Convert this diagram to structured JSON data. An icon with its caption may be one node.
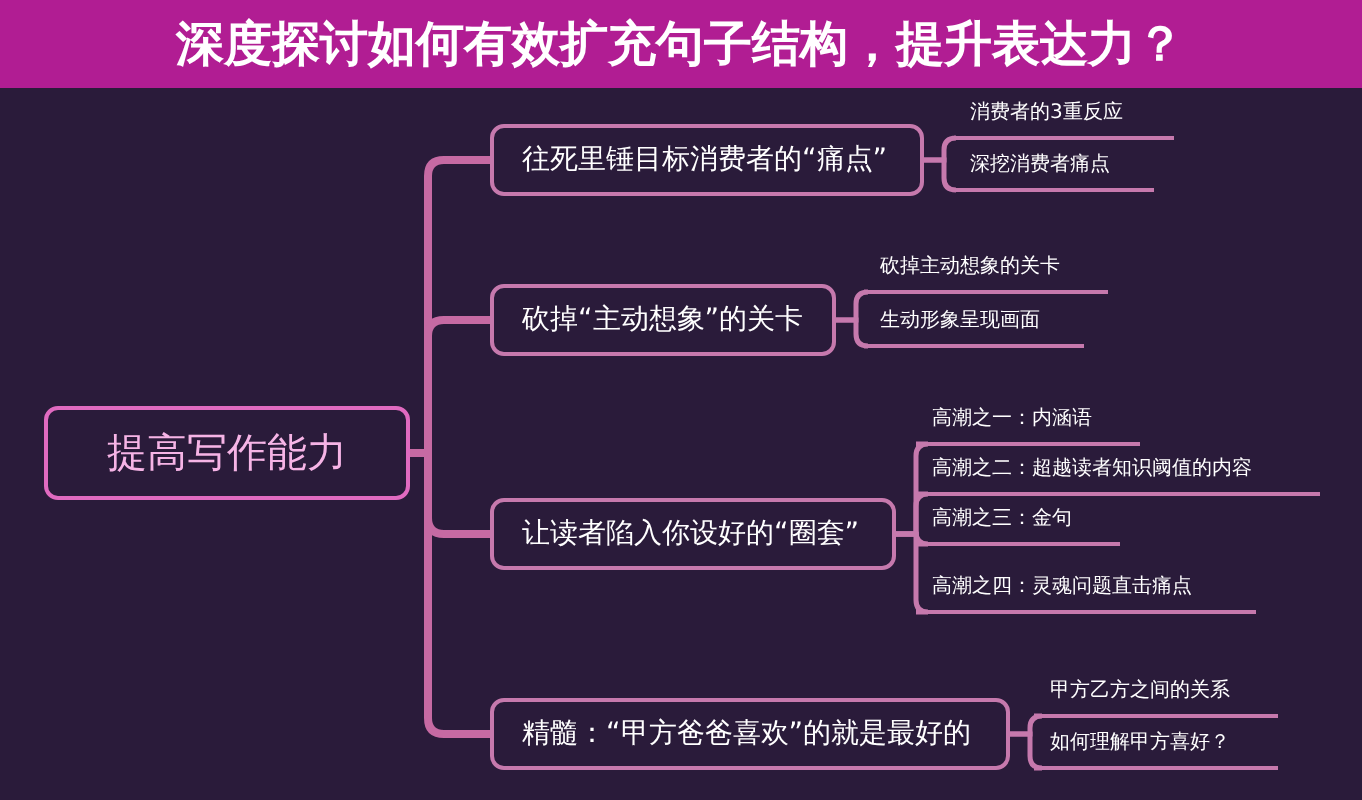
{
  "diagram": {
    "title": "深度探讨如何有效扩充句子结构，提升表达力？",
    "nodes": [
      {
        "text": [
          "提高写作能力"
        ]
      },
      {
        "text": [
          "往死里锤目标消费者的“痛点”"
        ]
      },
      {
        "text": [
          "消费者的3重反应"
        ]
      },
      {
        "text": [
          "深挖消费者痛点"
        ]
      },
      {
        "text": [
          "砍掉“主动想象”的关卡"
        ]
      },
      {
        "text": [
          "砍掉主动想象的关卡"
        ]
      },
      {
        "text": [
          "生动形象呈现画面"
        ]
      },
      {
        "text": [
          "让读者陷入你设好的“圈套”"
        ]
      },
      {
        "text": [
          "高潮之一：内涵语"
        ]
      },
      {
        "text": [
          "高潮之二：超越读者知识阈值的内容"
        ]
      },
      {
        "text": [
          "高潮之三：金句"
        ]
      },
      {
        "text": [
          "高潮之四：灵魂问题直击痛点"
        ]
      },
      {
        "text": [
          "精髓：“甲方爸爸喜欢”的就是最好的"
        ]
      },
      {
        "text": [
          "甲方乙方之间的关系"
        ]
      },
      {
        "text": [
          "如何理解甲方喜好？"
        ]
      }
    ],
    "edges": [
      {
        "from": 0,
        "to": 1,
        "arrow": "none"
      },
      {
        "from": 0,
        "to": 4,
        "arrow": "none"
      },
      {
        "from": 0,
        "to": 7,
        "arrow": "none"
      },
      {
        "from": 0,
        "to": 12,
        "arrow": "none"
      },
      {
        "from": 1,
        "to": 2,
        "arrow": "none"
      },
      {
        "from": 1,
        "to": 3,
        "arrow": "none"
      },
      {
        "from": 4,
        "to": 5,
        "arrow": "none"
      },
      {
        "from": 4,
        "to": 6,
        "arrow": "none"
      },
      {
        "from": 7,
        "to": 8,
        "arrow": "none"
      },
      {
        "from": 7,
        "to": 9,
        "arrow": "none"
      },
      {
        "from": 7,
        "to": 10,
        "arrow": "none"
      },
      {
        "from": 7,
        "to": 11,
        "arrow": "none"
      },
      {
        "from": 12,
        "to": 13,
        "arrow": "none"
      },
      {
        "from": 12,
        "to": 14,
        "arrow": "none"
      }
    ]
  }
}
